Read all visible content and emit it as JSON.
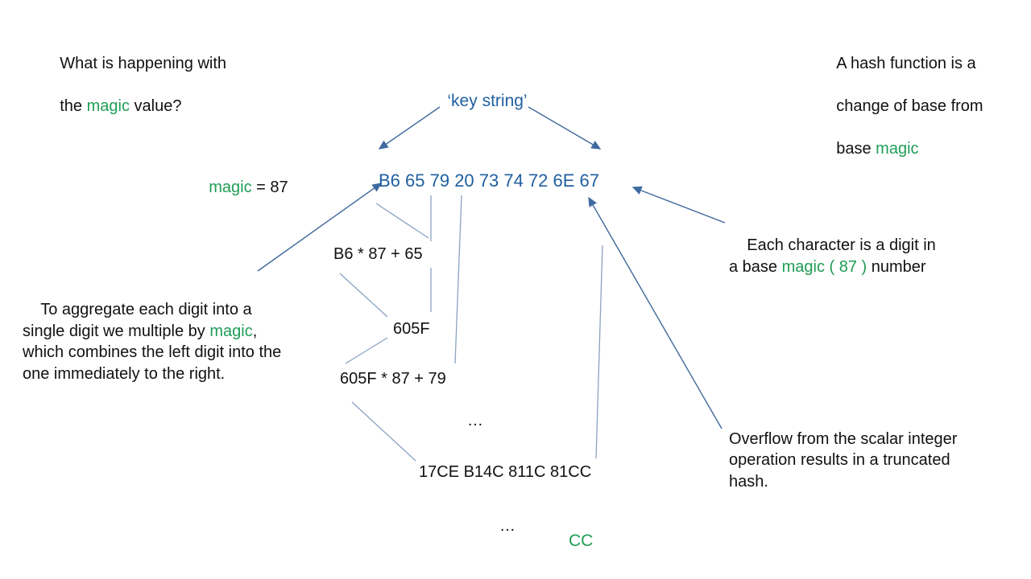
{
  "colors": {
    "magic_green": "#1f9d55",
    "key_blue": "#1f5fa0",
    "hex_blue": "#1f5fa0",
    "arrow_blue": "#40699c",
    "line_gray_blue": "#8aa2c0",
    "text_black": "#111111",
    "background": "#ffffff"
  },
  "notes": {
    "top_left": {
      "line1": "What is happening with",
      "line2_before": "the ",
      "line2_magic": "magic",
      "line2_after": " value?"
    },
    "top_right": {
      "line1": "A hash function is a",
      "line2": "change of base from",
      "line3_before": "base ",
      "line3_magic": "magic"
    },
    "left": {
      "part1": "To aggregate each digit into a single digit we multiple by ",
      "magic": "magic",
      "part2": ", which combines the left digit into the one immediately to the right."
    },
    "right_top": {
      "part1": "Each character is a digit in a base ",
      "magic": "magic ( 87 )",
      "part2": " number"
    },
    "right_bottom": {
      "text": "Overflow from the scalar integer operation results in a truncated hash."
    }
  },
  "labels": {
    "key_string": "‘key string’",
    "magic_value_name": "magic",
    "magic_value_rest": " = 87"
  },
  "hex_row": {
    "bytes": [
      "B6",
      "65",
      "79",
      "20",
      "73",
      "74",
      "72",
      "6E",
      "67"
    ],
    "text": "B6 65 79 20 73 74 72 6E 67"
  },
  "steps": {
    "step1": "B6 * 87 + 65",
    "step2": "605F",
    "step3": "605F * 87 + 79",
    "ellipsis1": "…",
    "step4": "17CE B14C 811C 81CC",
    "ellipsis2": "…",
    "result": "CC"
  }
}
